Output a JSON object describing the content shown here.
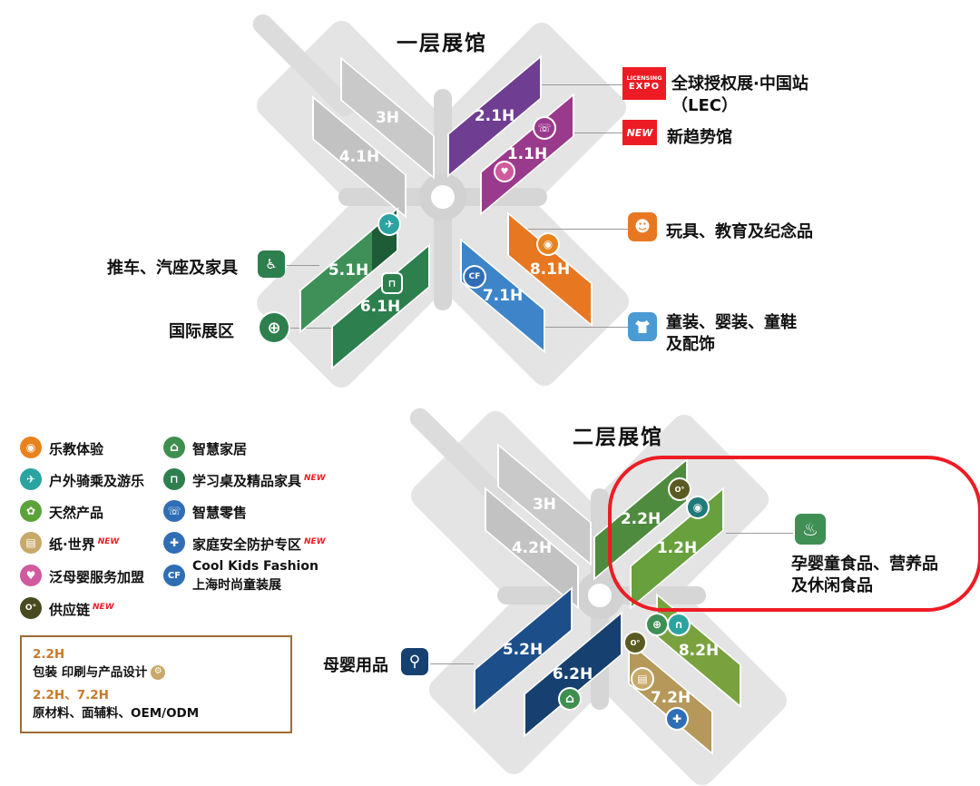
{
  "floor1": {
    "title": "一层展馆",
    "halls": {
      "h3": "3H",
      "h41": "4.1H",
      "h21": "2.1H",
      "h11": "1.1H",
      "h51": "5.1H",
      "h61": "6.1H",
      "h81": "8.1H",
      "h71": "7.1H"
    },
    "right_labels": {
      "lec_logo_top": "LICENSING",
      "lec_logo_bottom": "EXPO",
      "lec_line1": "全球授权展·中国站",
      "lec_line2": "（LEC）",
      "new_badge": "NEW",
      "new_hall": "新趋势馆",
      "toys": "玩具、教育及纪念品",
      "apparel_line1": "童装、婴装、童鞋",
      "apparel_line2": "及配饰"
    },
    "left_labels": {
      "stroller": "推车、汽座及家具",
      "international": "国际展区"
    }
  },
  "floor2": {
    "title": "二层展馆",
    "halls": {
      "h3": "3H",
      "h42": "4.2H",
      "h22": "2.2H",
      "h12": "1.2H",
      "h52": "5.2H",
      "h62": "6.2H",
      "h82": "8.2H",
      "h72": "7.2H"
    },
    "right_labels": {
      "food_line1": "孕婴童食品、营养品",
      "food_line2": "及休闲食品"
    },
    "left_labels": {
      "mother_baby": "母婴用品"
    }
  },
  "legend": {
    "col1": [
      {
        "label": "乐教体验"
      },
      {
        "label": "户外骑乘及游乐"
      },
      {
        "label": "天然产品"
      },
      {
        "label": "纸·世界",
        "new": "NEW"
      },
      {
        "label": "泛母婴服务加盟"
      },
      {
        "label": "供应链",
        "new": "NEW"
      }
    ],
    "col2": [
      {
        "label": "智慧家居"
      },
      {
        "label": "学习桌及精品家具",
        "new": "NEW"
      },
      {
        "label": "智慧零售"
      },
      {
        "label": "家庭安全防护专区",
        "new": "NEW"
      },
      {
        "label": "Cool Kids Fashion",
        "label2": "上海时尚童装展"
      }
    ]
  },
  "info_box": {
    "hall1": "2.2H",
    "text1": "包装 印刷与产品设计",
    "hall2": "2.2H、7.2H",
    "text2": "原材料、面辅料、OEM/ODM"
  },
  "icons": {
    "fun_education": "◉",
    "outdoor_riding": "✈",
    "natural_products": "✿",
    "paper_world": "▤",
    "service_franchise": "♥",
    "supply_chain": "O°",
    "smart_home": "⌂",
    "learning_desk": "⊓",
    "smart_retail": "☏",
    "family_safety": "✚",
    "cool_kids": "CF",
    "teddy_bear": "☻",
    "stroller": "♿",
    "globe": "⊕",
    "food": "♨",
    "mother_baby": "⚲",
    "eye": "◉",
    "headphones": "∩",
    "packaging": "⚙"
  },
  "colors": {
    "purple": "#6f3d91",
    "magenta": "#9a3a8c",
    "green": "#2d7f4e",
    "orange": "#e87722",
    "blue": "#3d85c8",
    "navy": "#1c4e8a",
    "grass": "#67a03c",
    "tan": "#b5985a",
    "highlight_red": "#ed1c24",
    "gray": "#c9c9c9"
  }
}
